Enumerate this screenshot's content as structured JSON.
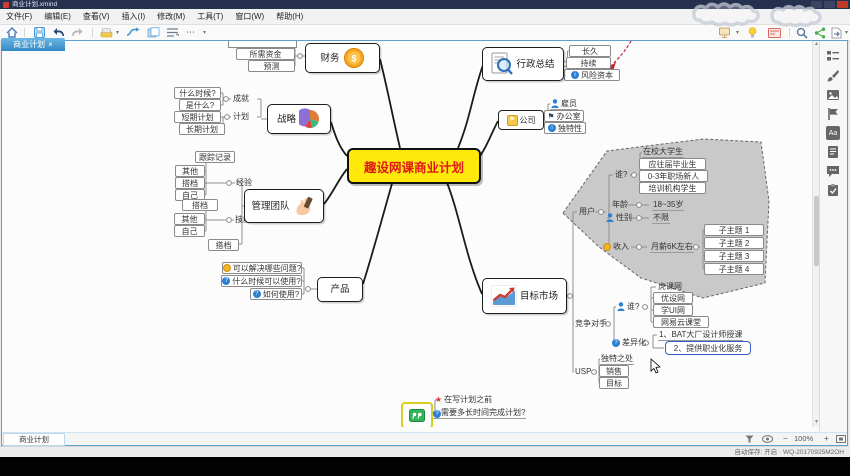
{
  "window": {
    "title": "商业计划.xmind"
  },
  "menu": [
    "文件(F)",
    "编辑(E)",
    "查看(V)",
    "插入(I)",
    "修改(M)",
    "工具(T)",
    "窗口(W)",
    "帮助(H)"
  ],
  "toolbar": {
    "more": "⋯",
    "caret": "▾"
  },
  "tab": {
    "label": "商业计划",
    "close": "×"
  },
  "sheet": {
    "label": "商业计划"
  },
  "statusbar": {
    "zoom": "100%",
    "minus": "−",
    "plus": "+",
    "autosave": "自动保存: 开启",
    "device": "· WQ-20170925M2OH"
  },
  "icons": {
    "question": "?",
    "info": "i",
    "star": "★",
    "flag": "⚑",
    "dollar": "$",
    "aa": "Aa",
    "up": "▲",
    "down": "▼",
    "left": "◄",
    "right": "►"
  },
  "colors": {
    "central_bg": "#ffe90a",
    "central_text": "#e01818",
    "accent_blue": "#3f93d2",
    "select_border": "#3a5bc7",
    "region_gray": "#c9c9c9"
  },
  "map": {
    "central": "趣设网课商业计划",
    "finance": {
      "t": "财务",
      "c1": "所需资金",
      "c2": "预测"
    },
    "exec": {
      "t": "行政总结",
      "c1": "长久",
      "c2": "持续",
      "c3": "风险资本"
    },
    "company": {
      "t": "公司",
      "c1": "雇员",
      "c2": "办公室",
      "c3": "独特性"
    },
    "strategy": {
      "t": "战略",
      "achv": "成就",
      "plan": "计划",
      "a1": "什么时候?",
      "a2": "是什么?",
      "p1": "短期计划",
      "p2": "长期计划"
    },
    "team": {
      "t": "管理团队",
      "exp": "经验",
      "skill": "技能",
      "e0": "跟踪记录",
      "e1": "其他",
      "e2": "搭档",
      "e3": "自己",
      "s0": "搭档",
      "s1": "其他",
      "s2": "自己",
      "s3": "搭档"
    },
    "product": {
      "t": "产品",
      "c1": "可以解决哪些问题?",
      "c2": "什么时候可以使用?",
      "c3": "如何使用?"
    },
    "market": {
      "t": "目标市场"
    },
    "user": {
      "t": "用户",
      "who": "谁?",
      "w1": "在校大学生",
      "w2": "应往届毕业生",
      "w3": "0-3年职场新人",
      "w4": "培训机构学生",
      "age": "年龄",
      "agev": "18~35岁",
      "gender": "性别",
      "genderv": "不限",
      "income": "收入",
      "incomev": "月薪6K左右",
      "sub1": "子主题 1",
      "sub2": "子主题 2",
      "sub3": "子主题 3",
      "sub4": "子主题 4"
    },
    "comp": {
      "t": "竞争对手",
      "who": "谁?",
      "w1": "虎课网",
      "w2": "优设网",
      "w3": "学UI网",
      "w4": "网易云课堂",
      "diff": "差异化",
      "d1": "1、BAT大厂设计师授课",
      "d2": "2、提供职业化服务"
    },
    "usp": {
      "t": "USP",
      "c1": "独特之处",
      "c2": "销售",
      "c3": "目标"
    },
    "note": {
      "c1": "在写计划之前",
      "c2": "需要多长时间完成计划?"
    }
  }
}
